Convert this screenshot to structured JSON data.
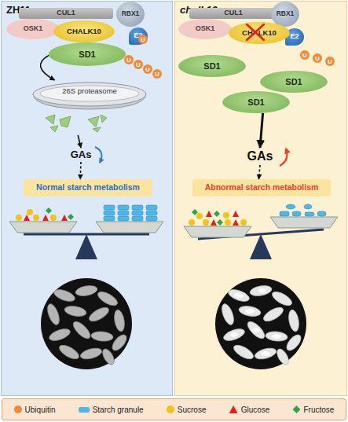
{
  "diagram": {
    "nodes": [
      {
        "text": [
          "ZH11"
        ]
      },
      {
        "text": [
          "CUL1"
        ],
        "in": 0
      },
      {
        "text": [
          "RBX1"
        ],
        "in": 0
      },
      {
        "text": [
          "E2"
        ],
        "in": 0
      },
      {
        "text": [
          "OSK1"
        ],
        "in": 0
      },
      {
        "text": [
          "CHALK10"
        ],
        "in": 0
      },
      {
        "text": [
          "SD1"
        ],
        "in": 0
      },
      {
        "text": [
          "26S proteasome"
        ],
        "in": 0
      },
      {
        "text": [
          "GAs"
        ],
        "in": 0
      },
      {
        "text": [
          "Normal starch metabolism"
        ],
        "in": 0
      },
      {
        "text": [
          "chalk10"
        ]
      },
      {
        "text": [
          "CUL1"
        ],
        "in": 10
      },
      {
        "text": [
          "RBX1"
        ],
        "in": 10
      },
      {
        "text": [
          "E2"
        ],
        "in": 10
      },
      {
        "text": [
          "OSK1"
        ],
        "in": 10
      },
      {
        "text": [
          "CHALK10"
        ],
        "in": 10
      },
      {
        "text": [
          "SD1"
        ],
        "in": 10
      },
      {
        "text": [
          "SD1"
        ],
        "in": 10
      },
      {
        "text": [
          "SD1"
        ],
        "in": 10
      },
      {
        "text": [
          "GAs"
        ],
        "in": 10
      },
      {
        "text": [
          "Abnormal starch metabolism"
        ],
        "in": 10
      }
    ],
    "edges": [
      {
        "from": 6,
        "to": 7,
        "arrow": "to"
      },
      {
        "from": 7,
        "to": 8,
        "arrow": "to"
      },
      {
        "from": 8,
        "to": 9,
        "arrow": "to"
      },
      {
        "from": 18,
        "to": 19,
        "arrow": "to"
      },
      {
        "from": 19,
        "to": 20,
        "arrow": "to"
      }
    ],
    "labels": [
      "U",
      "U",
      "U",
      "U",
      "U",
      "U",
      "U",
      "U"
    ],
    "legend": [
      {
        "text": "Ubiquitin",
        "color": "#ef8a3a"
      },
      {
        "text": "Starch granule",
        "color": "#4fb6e6"
      },
      {
        "text": "Sucrose",
        "color": "#f4c21c"
      },
      {
        "text": "Glucose",
        "color": "#e0201b"
      },
      {
        "text": "Fructose",
        "color": "#2aa64a"
      }
    ]
  }
}
